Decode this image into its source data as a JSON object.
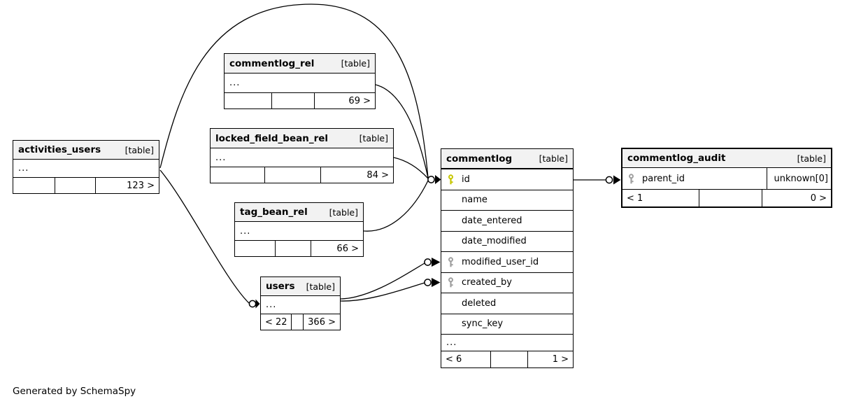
{
  "app": {
    "credit": "Generated by SchemaSpy"
  },
  "colors": {
    "primary_key_icon": "#c6c600",
    "foreign_key_icon": "#9f9f9f",
    "header_bg": "#f2f2f2",
    "line": "#000000",
    "table_bg": "#ffffff"
  },
  "tables": {
    "activities_users": {
      "name": "activities_users",
      "type_label": "[table]",
      "ellipsis": "...",
      "footer": {
        "left": "",
        "mid": "",
        "right": "123 >"
      }
    },
    "commentlog_rel": {
      "name": "commentlog_rel",
      "type_label": "[table]",
      "ellipsis": "...",
      "footer": {
        "left": "",
        "mid": "",
        "right": "69 >"
      }
    },
    "locked_field_bean_rel": {
      "name": "locked_field_bean_rel",
      "type_label": "[table]",
      "ellipsis": "...",
      "footer": {
        "left": "",
        "mid": "",
        "right": "84 >"
      }
    },
    "tag_bean_rel": {
      "name": "tag_bean_rel",
      "type_label": "[table]",
      "ellipsis": "...",
      "footer": {
        "left": "",
        "mid": "",
        "right": "66 >"
      }
    },
    "users": {
      "name": "users",
      "type_label": "[table]",
      "ellipsis": "...",
      "footer": {
        "left": "< 22",
        "mid": "",
        "right": "366 >"
      }
    },
    "commentlog": {
      "name": "commentlog",
      "type_label": "[table]",
      "columns": [
        {
          "name": "id",
          "key": "primary"
        },
        {
          "name": "name",
          "key": "none"
        },
        {
          "name": "date_entered",
          "key": "none"
        },
        {
          "name": "date_modified",
          "key": "none"
        },
        {
          "name": "modified_user_id",
          "key": "foreign"
        },
        {
          "name": "created_by",
          "key": "foreign"
        },
        {
          "name": "deleted",
          "key": "none"
        },
        {
          "name": "sync_key",
          "key": "none"
        }
      ],
      "ellipsis": "...",
      "footer": {
        "left": "< 6",
        "mid": "",
        "right": "1 >"
      }
    },
    "commentlog_audit": {
      "name": "commentlog_audit",
      "type_label": "[table]",
      "columns": [
        {
          "name": "parent_id",
          "key": "foreign",
          "type": "unknown[0]"
        }
      ],
      "footer": {
        "left": "< 1",
        "mid": "",
        "right": "0 >"
      }
    }
  }
}
